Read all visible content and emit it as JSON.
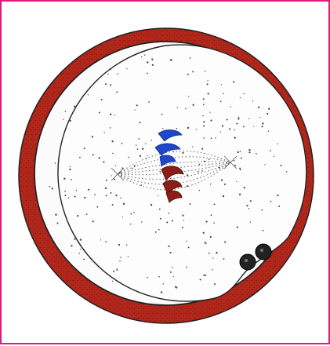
{
  "diagram": {
    "subject": "egg-cell-metaphase-spindle",
    "colors": {
      "frame": "#e0197a",
      "zona": "#b3271b",
      "zona_stipple": "#3a0b06",
      "cytoplasm": "#fbfbfb",
      "chromosome_blue": "#1f47c9",
      "chromosome_red": "#8e1c17",
      "spindle": "#555555",
      "polar_body": "#222222",
      "outline": "#222222"
    },
    "parts": [
      "zona-pellucida",
      "plasma-membrane",
      "cytoplasm",
      "meiotic-spindle",
      "chromosomes",
      "polar-body"
    ]
  }
}
